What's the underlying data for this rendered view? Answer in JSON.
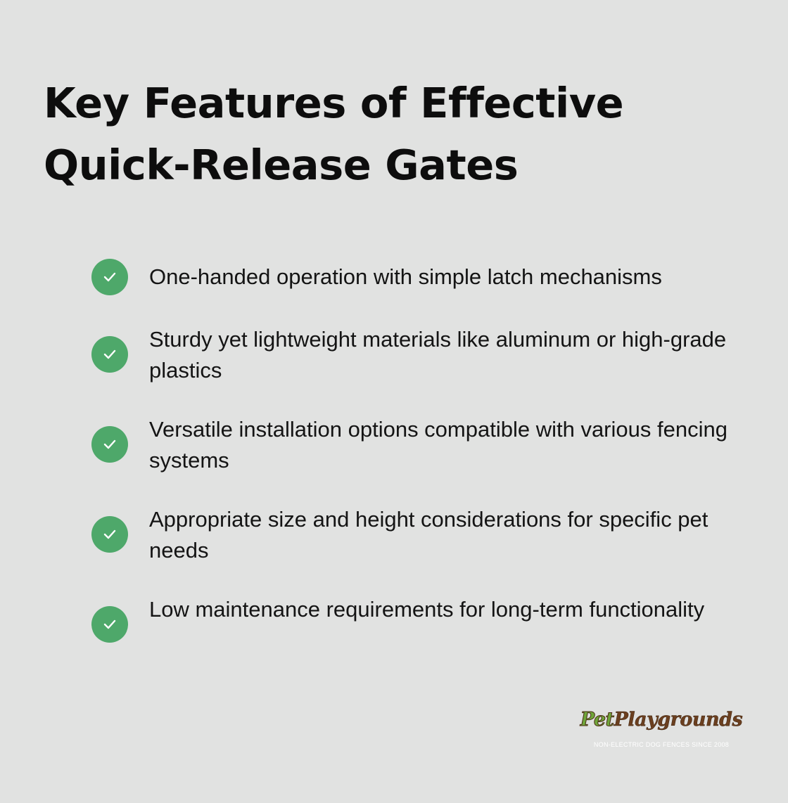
{
  "heading": {
    "line1": "Key Features of Effective",
    "line2": "Quick-Release Gates"
  },
  "features": [
    "One-handed operation with simple latch mechanisms",
    "Sturdy yet lightweight materials like aluminum or high-grade plastics",
    "Versatile installation options compatible with various fencing systems",
    "Appropriate size and height considerations for specific pet needs",
    "Low maintenance requirements for long-term functionality"
  ],
  "icons": {
    "feature_marker": "check-circle-icon"
  },
  "colors": {
    "background": "#e1e2e1",
    "check_circle": "#4ea86a",
    "logo_green": "#6fa63a",
    "logo_brown": "#6b3f1f"
  },
  "logo": {
    "word_pet": "Pet",
    "word_playgrounds": "Playgrounds",
    "tagline": "NON-ELECTRIC DOG FENCES SINCE 2008"
  }
}
